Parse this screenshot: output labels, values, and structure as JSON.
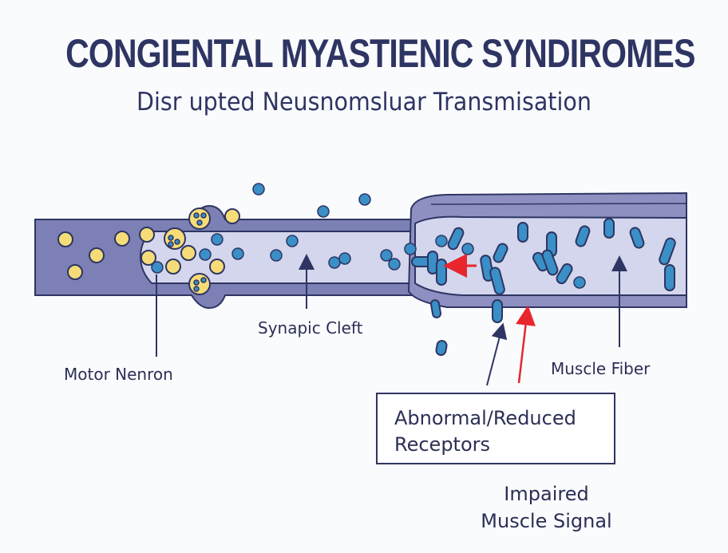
{
  "title": "CONGIENTAL MYASTIENIC SYNDIROMES",
  "subtitle": "Disr upted Neusnomsluar Transmisation",
  "labels": {
    "motor_neuron": "Motor Nenron",
    "synaptic_cleft": "Synapic Cleft",
    "muscle_fiber": "Muscle Fiber",
    "receptors_box": "Abnormal/Reduced\nReceptors",
    "impaired_signal": "Impaired\nMuscle Signal"
  },
  "colors": {
    "outline": "#2e3563",
    "neuron_fill": "#7c80b4",
    "cleft_fill": "#d3d6ec",
    "membrane": "#8d90c0",
    "vesicle": "#f6dc78",
    "acetylcholine": "#3a8fc6",
    "receptor": "#3a8fc6",
    "alert_arrow": "#e8262c"
  }
}
